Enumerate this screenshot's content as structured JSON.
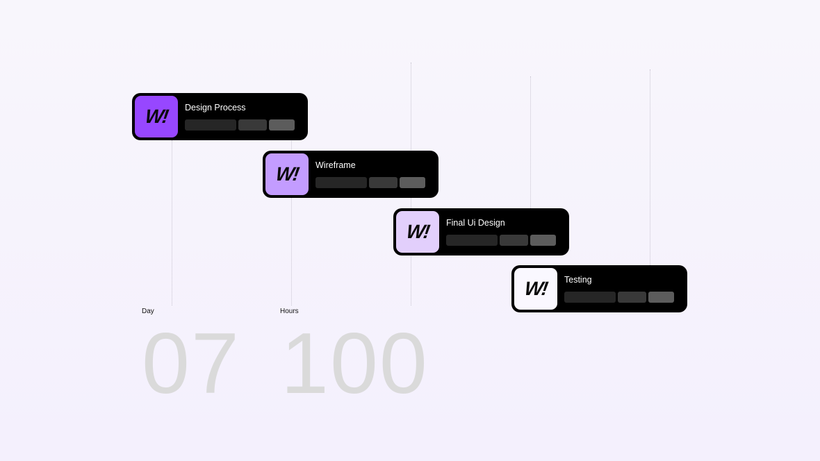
{
  "tasks": [
    {
      "title": "Design Process",
      "logo": "W!",
      "icon_color": "#9747ff"
    },
    {
      "title": "Wireframe",
      "logo": "W!",
      "icon_color": "#c39cff"
    },
    {
      "title": "Final Ui Design",
      "logo": "W!",
      "icon_color": "#e2cffc"
    },
    {
      "title": "Testing",
      "logo": "W!",
      "icon_color": "#faf8ff"
    }
  ],
  "stats": {
    "day_label": "Day",
    "day_value": "07",
    "hours_label": "Hours",
    "hours_value": "100"
  }
}
